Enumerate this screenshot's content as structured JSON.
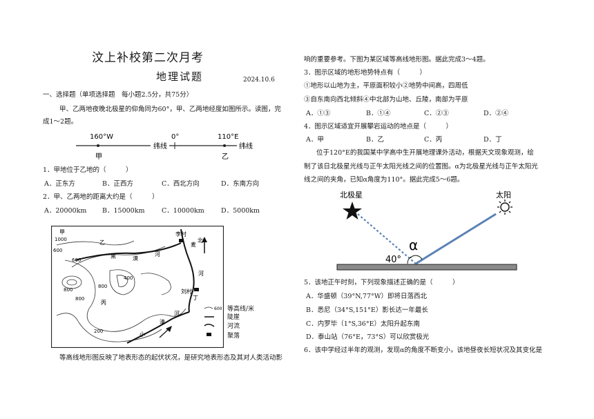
{
  "header": {
    "title": "汶上补校第二次月考",
    "subtitle": "地理试题",
    "date": "2024.10.6"
  },
  "left": {
    "section": "一、选择题（单项选择题　每小题2.5分，共75分）",
    "intro1": "甲、乙两地夜晚北极星的仰角同为60°，甲、乙两地经度如图所示。读图，完",
    "intro2": "成1～2题。",
    "fig1": {
      "lon_left": "160°W",
      "lon_mid": "0°",
      "lon_right": "110°E",
      "line_label_left": "纬线",
      "line_label_right": "纬线",
      "place_left": "甲",
      "place_right": "乙"
    },
    "q1": {
      "stem": "1．甲地位于乙地的（　　　）",
      "a": "A．正东方",
      "b": "B．正西方",
      "c": "C．西北方向",
      "d": "D．东南方向"
    },
    "q2": {
      "stem": "2．甲、乙两地的距离大约是（　　　）",
      "a": "A．20000km",
      "b": "B．15000km",
      "c": "C．10000km",
      "d": "D．5000km"
    },
    "map": {
      "jia": "甲",
      "yi": "乙",
      "bing": "丙",
      "ding": "丁",
      "li_village": "李村",
      "liu_village": "刘村",
      "river_1": "黑",
      "river_2": "漠",
      "river_3": "河",
      "river_4": "麦",
      "river_5": "北",
      "river_6": "河",
      "river_7": "小",
      "river_8": "清",
      "river_9": "河",
      "c1000": "1000",
      "c600a": "600",
      "c600b": "600",
      "c800a": "800",
      "c800b": "800",
      "c800c": "800",
      "c400": "400",
      "c200": "200",
      "legend_contour_value": "600",
      "legend_contour": "等高线/米",
      "legend_cliff": "陡崖",
      "legend_river": "河流",
      "legend_village": "聚落"
    },
    "bottom": "等高线地形图反映了地表形态的起伏状况，是研究地表形态及其对人类活动影"
  },
  "right": {
    "cont": "响的重要参考。下图为某区域等高线地形图。据此完成3～4题。",
    "q3": {
      "stem": "3．图示区域的地形地势特点有（　　　）",
      "opt1": "①地形以山地为主，平原面积较小②地势中间高，四周低",
      "opt2": "③自东南向西北倾斜④中北部为山地、丘陵，南部为平原",
      "a": "A．①③",
      "b": "B．①④",
      "c": "C．②③",
      "d": "D．②④"
    },
    "q4": {
      "stem": "4．图示区域适宜开展攀岩运动的地点是（　　　）",
      "a": "A．甲",
      "b": "B．乙",
      "c": "C．丙",
      "d": "D．丁"
    },
    "intro56_1": "位于120°E的我国某中学高中生开展地理课外活动，根据天文现象观测，绘",
    "intro56_2": "制了该日北极星光线与正午太阳光线之间的位置图。α为北极星光线与正午太阳光",
    "intro56_3": "线之间的夹角，已知α角度为110°。据此完成5～6题。",
    "fig2": {
      "polaris": "北极星",
      "sun": "太阳",
      "alpha": "α",
      "angle": "40°"
    },
    "q5": {
      "stem": "5．该地正午时刻，下列现象描述正确的是（　　　）",
      "a": "A．华盛顿（39°N,77°W）即将日落西北",
      "b": "B．悉尼（34°S,151°E）影长达一年最长",
      "c": "C．内罗毕（1°S,36°E）太阳升起东南",
      "d": "D．泰山站（76°E，73°S）可以欣赏极光"
    },
    "q6": {
      "stem": "6．该中学经过半年的观测，发现α的角度不断变小，该地昼夜长短状况及其变化是"
    }
  }
}
